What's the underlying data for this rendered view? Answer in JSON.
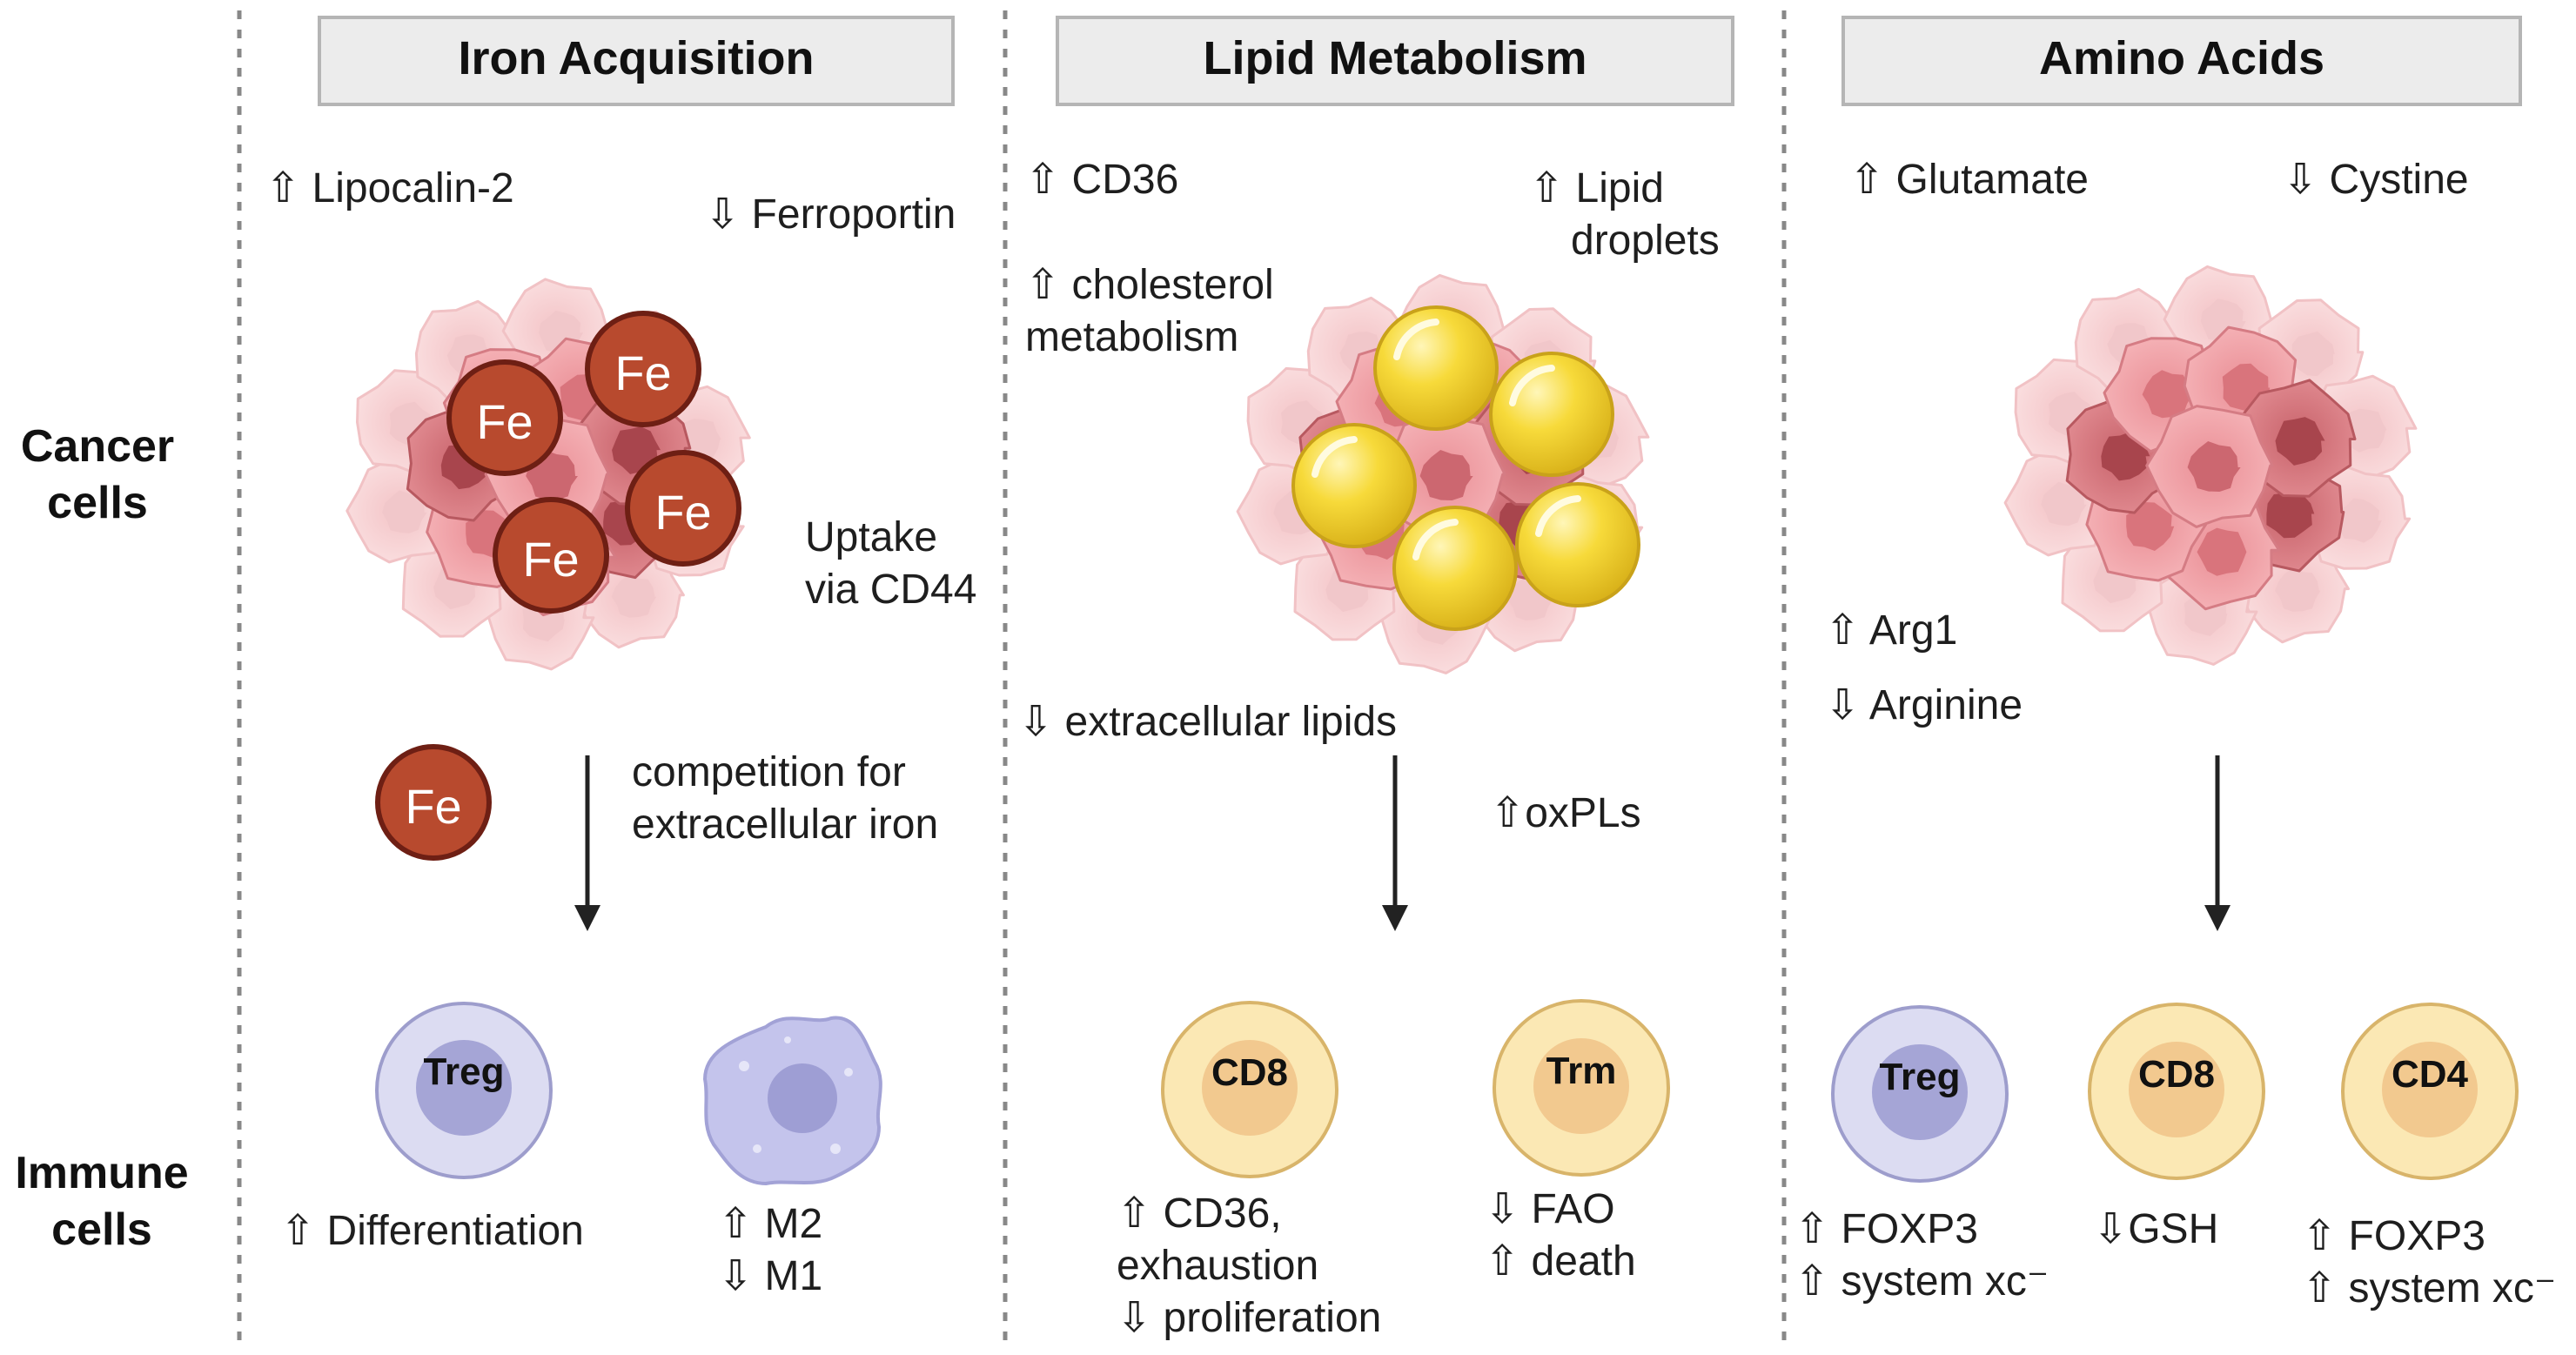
{
  "row_labels": {
    "cancer": [
      "Cancer",
      "cells"
    ],
    "immune": [
      "Immune",
      "cells"
    ]
  },
  "panels": {
    "iron": {
      "header": "Iron Acquisition",
      "top_left": "⇧ Lipocalin-2",
      "top_right": "⇩ Ferroportin",
      "uptake": [
        "Uptake",
        "via CD44"
      ],
      "fe": "Fe",
      "competition": [
        "competition for",
        "extracellular iron"
      ],
      "cell1": "Treg",
      "cell1_caption": [
        "⇧ Differentiation"
      ],
      "cell2_caption": [
        "⇧ M2",
        "⇩ M1"
      ]
    },
    "lipid": {
      "header": "Lipid Metabolism",
      "cd36": "⇧ CD36",
      "chol": [
        "⇧ cholesterol",
        "metabolism"
      ],
      "droplets": [
        "⇧ Lipid",
        "droplets"
      ],
      "extracellular": "⇩ extracellular lipids",
      "oxpls": "⇧oxPLs",
      "cell1": "CD8",
      "cell1_caption": [
        "⇧ CD36,",
        "exhaustion",
        "⇩ proliferation"
      ],
      "cell2": "Trm",
      "cell2_caption": [
        "⇩ FAO",
        "⇧ death"
      ]
    },
    "amino": {
      "header": "Amino Acids",
      "glutamate": "⇧ Glutamate",
      "cystine": "⇩ Cystine",
      "arg1": "⇧ Arg1",
      "arginine": "⇩ Arginine",
      "cell1": "Treg",
      "cell1_caption": [
        "⇧ FOXP3",
        "⇧ system xc⁻"
      ],
      "cell2": "CD8",
      "cell2_caption": [
        "⇩GSH"
      ],
      "cell3": "CD4",
      "cell3_caption": [
        "⇧ FOXP3",
        "⇧ system xc⁻"
      ]
    }
  },
  "colors": {
    "divider": "#888888",
    "header_fill": "#ececec",
    "header_stroke": "#b5b5b5",
    "iron": "#b84a2e",
    "iron_stroke": "#6e1f14",
    "lipid": "#f2cf2d",
    "treg_outer": "#dcdcf2",
    "treg_inner": "#a5a5d6",
    "cd8_outer": "#fbe8b4",
    "cd8_inner": "#f2c98f",
    "tumor_pale": "#f7d4d6",
    "tumor_mid": "#ef9fa4",
    "tumor_dark": "#cf6f76"
  }
}
